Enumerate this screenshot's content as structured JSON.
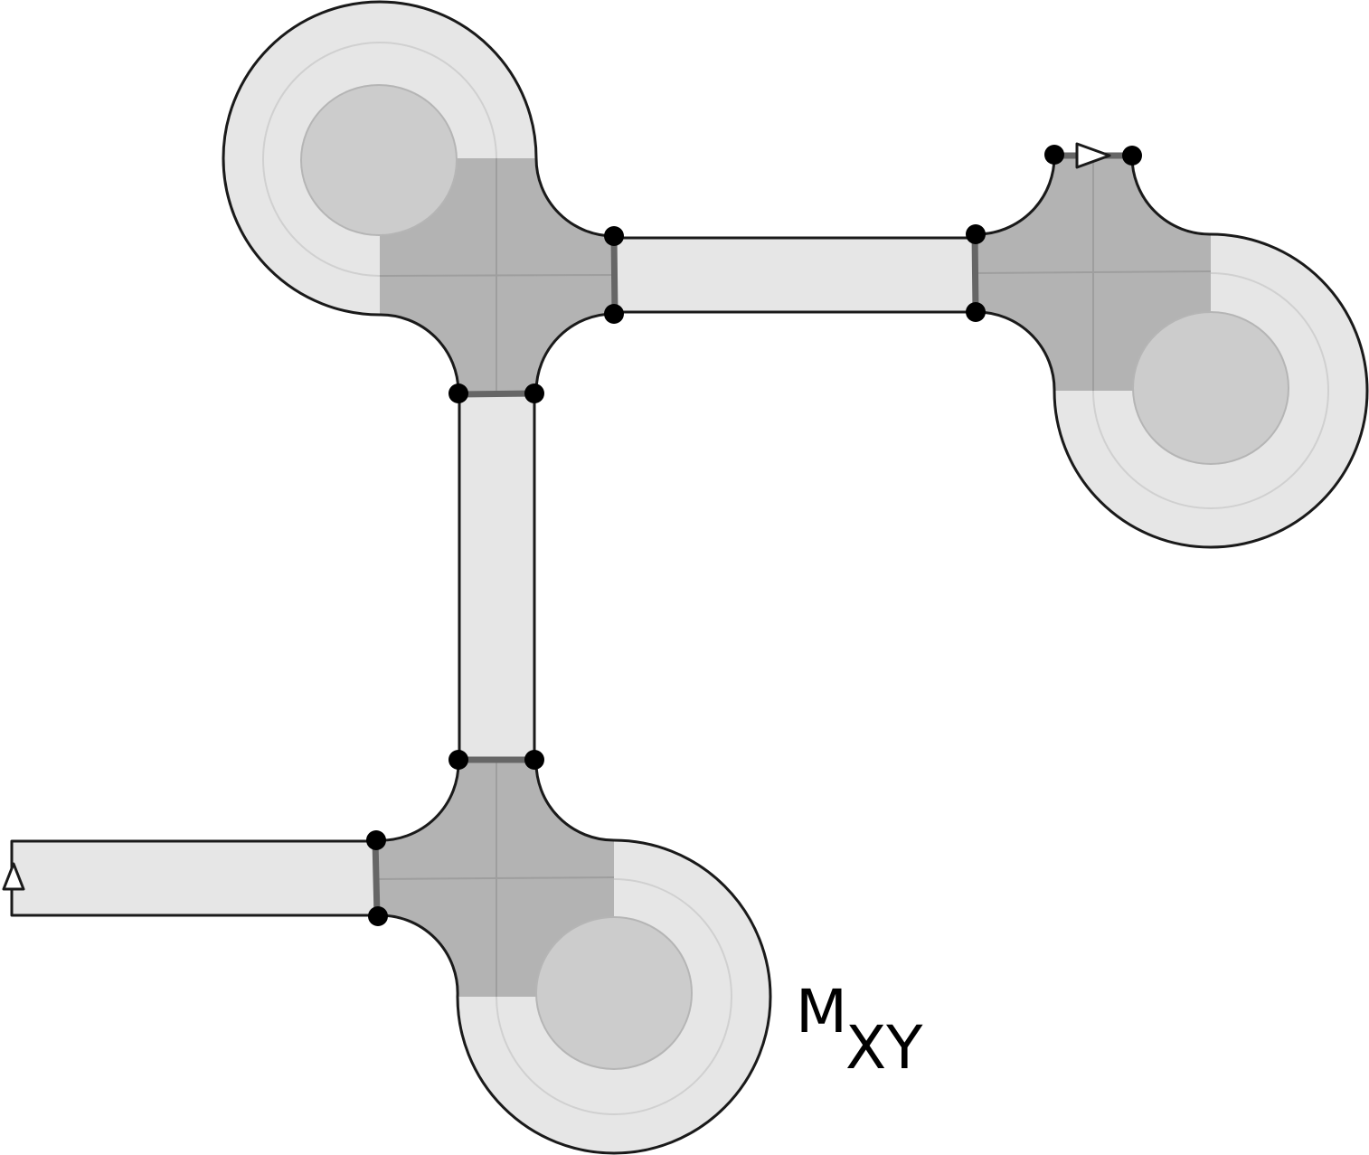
{
  "label": {
    "main": "M",
    "subscript": "XY"
  },
  "colors": {
    "background": "#ffffff",
    "band_fill": "#e6e6e6",
    "junction_fill": "#b3b3b3",
    "disk_fill": "#cccccc",
    "outline": "#1a1a1a",
    "gluing_edge": "#666666",
    "inner_line": "#d0d0d0",
    "grid_line": "#9e9e9e",
    "vertex": "#000000",
    "arrow_fill": "#ffffff"
  },
  "icons": {
    "vertex": "filled-circle",
    "orientation_marker": "hollow-triangle-arrow"
  }
}
